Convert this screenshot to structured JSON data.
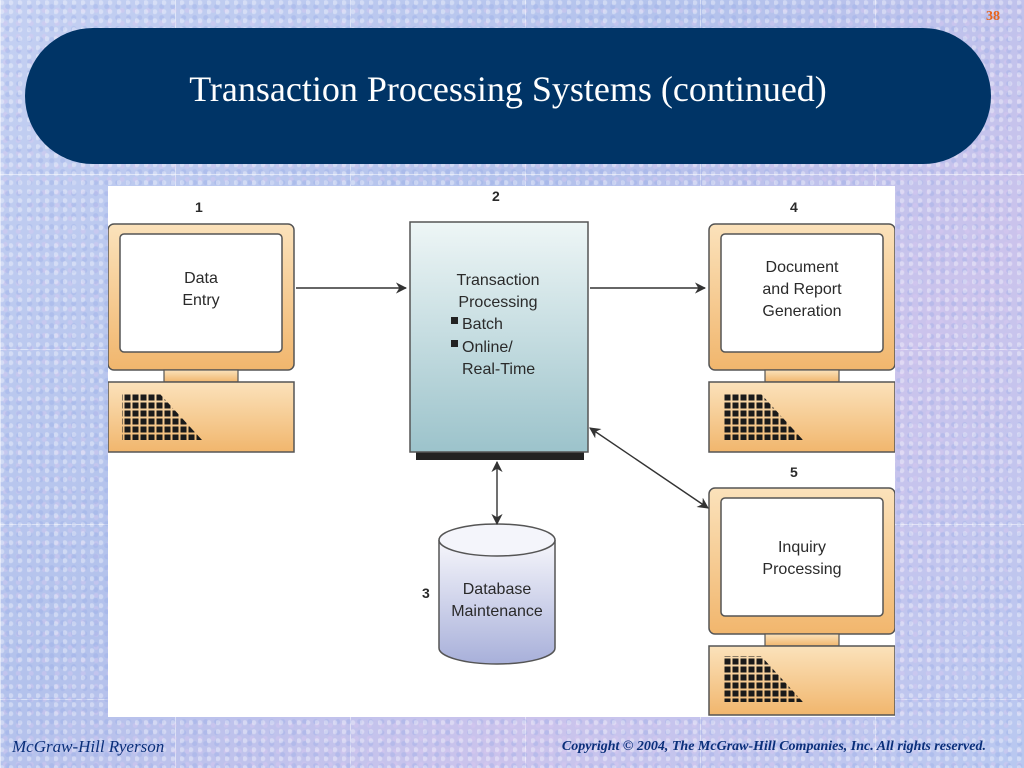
{
  "slide": {
    "number": "38",
    "title": "Transaction Processing Systems (continued)"
  },
  "diagram": {
    "step1": {
      "number": "1",
      "line1": "Data",
      "line2": "Entry"
    },
    "step2": {
      "number": "2",
      "line1": "Transaction",
      "line2": "Processing",
      "bullet1": "Batch",
      "bullet2": "Online/",
      "bullet2b": "Real-Time"
    },
    "step3": {
      "number": "3",
      "line1": "Database",
      "line2": "Maintenance"
    },
    "step4": {
      "number": "4",
      "line1": "Document",
      "line2": "and Report",
      "line3": "Generation"
    },
    "step5": {
      "number": "5",
      "line1": "Inquiry",
      "line2": "Processing"
    }
  },
  "footer": {
    "left": "McGraw-Hill Ryerson",
    "right": "Copyright © 2004, The McGraw-Hill Companies, Inc. All rights reserved."
  },
  "colors": {
    "banner": "#003466",
    "computer_fill": "#f6c98a",
    "server_fill": "#a7ccd3",
    "database_fill": "#b6bde0",
    "footer_text": "#0a2f7a",
    "slide_number": "#e8641b"
  }
}
